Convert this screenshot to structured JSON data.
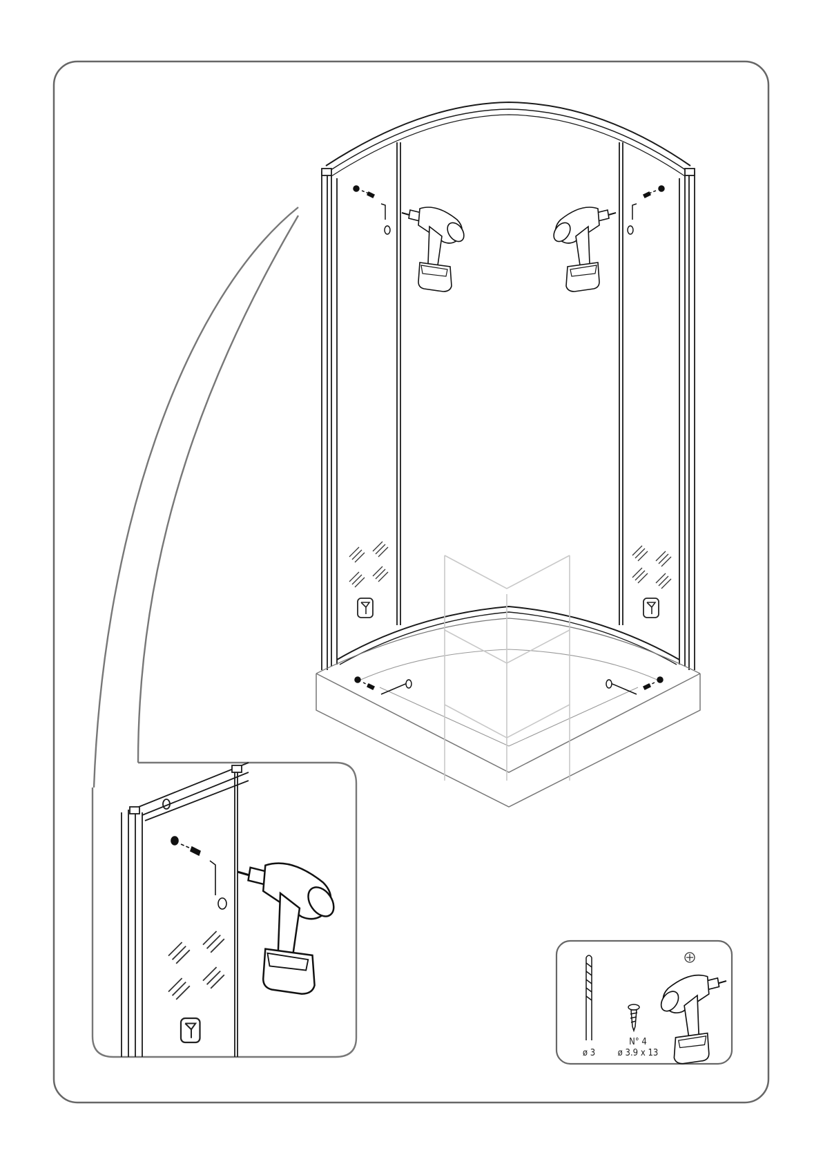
{
  "spec": {
    "drill_bit": "ø 3",
    "screw_count": "N° 4",
    "screw_size": "ø 3.9 x 13"
  },
  "icons": {
    "drill": "cordless-drill-icon",
    "drill_bit": "drill-bit-icon",
    "screw": "screw-icon",
    "phillips": "phillips-head-icon",
    "glass_marks": "glass-hatch-icon",
    "glass_symbol": "glass-symbol-icon"
  },
  "colors": {
    "line": "#1a1a1a",
    "frame": "#666666",
    "ghost": "#c8c8c8"
  }
}
